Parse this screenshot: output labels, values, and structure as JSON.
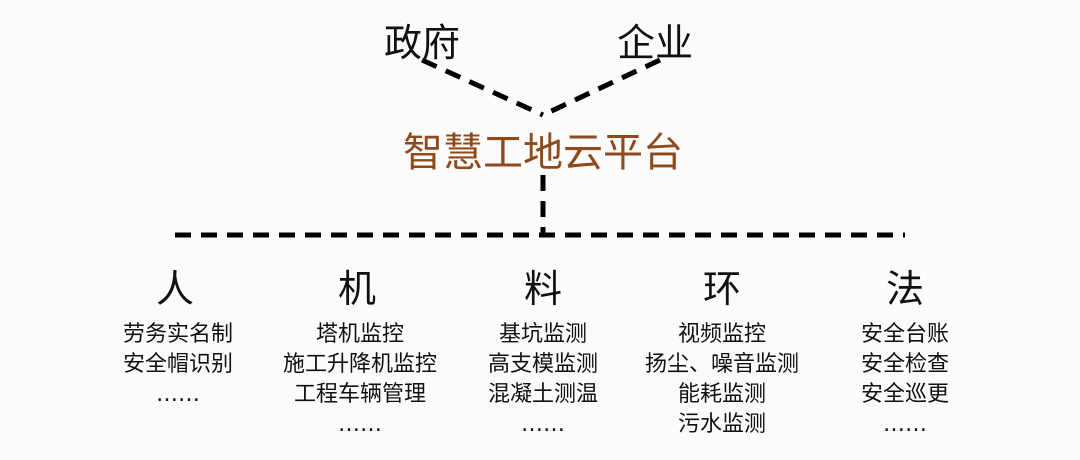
{
  "top_nodes": [
    "政府",
    "企业"
  ],
  "center": "智慧工地云平台",
  "columns": [
    {
      "title": "人",
      "items": [
        "劳务实名制",
        "安全帽识别",
        "……"
      ]
    },
    {
      "title": "机",
      "items": [
        "塔机监控",
        "施工升降机监控",
        "工程车辆管理",
        "……"
      ]
    },
    {
      "title": "料",
      "items": [
        "基坑监测",
        "高支模监测",
        "混凝土测温",
        "……"
      ]
    },
    {
      "title": "环",
      "items": [
        "视频监控",
        "扬尘、噪音监测",
        "能耗监测",
        "污水监测"
      ]
    },
    {
      "title": "法",
      "items": [
        "安全台账",
        "安全检查",
        "安全巡更",
        "……"
      ]
    }
  ],
  "colors": {
    "center": "#8f4a1c",
    "line": "#000000"
  }
}
